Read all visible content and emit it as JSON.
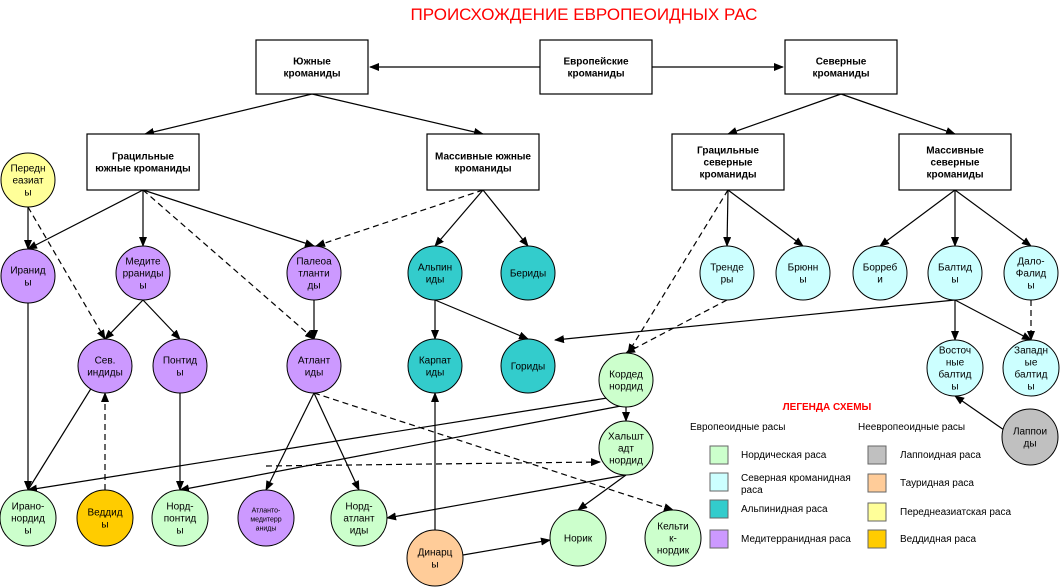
{
  "title": "ПРОИСХОЖДЕНИЕ ЕВРОПЕОИДНЫХ РАС",
  "colors": {
    "nordic": "#ccffcc",
    "north_cromagnon": "#ccffff",
    "alpine": "#33cccc",
    "mediterranean": "#cc99ff",
    "lappoid": "#c0c0c0",
    "taurid": "#ffcc99",
    "near_east": "#ffff99",
    "veddid": "#ffcc00"
  },
  "boxes": {
    "european": [
      "Европейские",
      "кроманиды"
    ],
    "south": [
      "Южные",
      "кроманиды"
    ],
    "north": [
      "Северные",
      "кроманиды"
    ],
    "gracile_south": [
      "Грацильные",
      "южные кроманиды"
    ],
    "massive_south": [
      "Массивные южные",
      "кроманиды"
    ],
    "gracile_north": [
      "Грацильные",
      "северные",
      "кроманиды"
    ],
    "massive_north": [
      "Массивные",
      "северные",
      "кроманиды"
    ]
  },
  "circles": {
    "peredneaziaty": [
      "Передн",
      "еазиат",
      "ы"
    ],
    "iranidy": [
      "Иранид",
      "ы"
    ],
    "mediterranidy": [
      "Медите",
      "рраниды",
      "ы"
    ],
    "paleoatlantidy": [
      "Палеоа",
      "тланти",
      "ды"
    ],
    "alpinidy": [
      "Альпин",
      "иды"
    ],
    "beridy": [
      "Бериды"
    ],
    "trendery": [
      "Тренде",
      "ры"
    ],
    "bryunny": [
      "Брюнн",
      "ы"
    ],
    "borreby": [
      "Борреб",
      "и"
    ],
    "baltidy": [
      "Балтид",
      "ы"
    ],
    "dalofalidy": [
      "Дало-",
      "Фалид",
      "ы"
    ],
    "sev_indidy": [
      "Сев.",
      "индиды"
    ],
    "pontidy": [
      "Понтид",
      "ы"
    ],
    "atlantidy": [
      "Атлант",
      "иды"
    ],
    "karpatidy": [
      "Карпат",
      "иды"
    ],
    "goridy": [
      "Гориды"
    ],
    "korded_nordid": [
      "Кордед",
      "нордид"
    ],
    "vostochnye_baltidy": [
      "Восточ",
      "ные",
      "балтид",
      "ы"
    ],
    "zapadnye_baltidy": [
      "Западн",
      "ые",
      "балтид",
      "ы"
    ],
    "laplpoidy": [
      "Лаппои",
      "ды"
    ],
    "halshtadt_nordid": [
      "Хальшт",
      "адт",
      "нордид"
    ],
    "irano_nordidy": [
      "Ирано-",
      "нордид",
      "ы"
    ],
    "veddidy": [
      "Веддид",
      "ы"
    ],
    "nord_pontidy": [
      "Норд-",
      "понтид",
      "ы"
    ],
    "atlanto_mediterranidy": [
      "Атланто-",
      "медитерр",
      "аниды"
    ],
    "nord_atlantidy": [
      "Норд-",
      "атлант",
      "иды"
    ],
    "dinarcy": [
      "Динарц",
      "ы"
    ],
    "norik": [
      "Норик"
    ],
    "kelto_nordik": [
      "Кельти",
      "к-",
      "нордик"
    ]
  },
  "legend": {
    "title": "ЛЕГЕНДА СХЕМЫ",
    "europeoid_header": "Европеоидные расы",
    "non_europeoid_header": "Неевропеоидные расы",
    "europeoid": [
      {
        "label": [
          "Нордическая раса"
        ],
        "color": "#ccffcc"
      },
      {
        "label": [
          "Северная кроманидная",
          "раса"
        ],
        "color": "#ccffff"
      },
      {
        "label": [
          "Альпинидная раса"
        ],
        "color": "#33cccc"
      },
      {
        "label": [
          "Медитерранидная раса"
        ],
        "color": "#cc99ff"
      }
    ],
    "non_europeoid": [
      {
        "label": [
          "Лаппоидная раса"
        ],
        "color": "#c0c0c0"
      },
      {
        "label": [
          "Тауридная раса"
        ],
        "color": "#ffcc99"
      },
      {
        "label": [
          "Переднеазиатская раса"
        ],
        "color": "#ffff99"
      },
      {
        "label": [
          "Веддидная раса"
        ],
        "color": "#ffcc00"
      }
    ]
  }
}
